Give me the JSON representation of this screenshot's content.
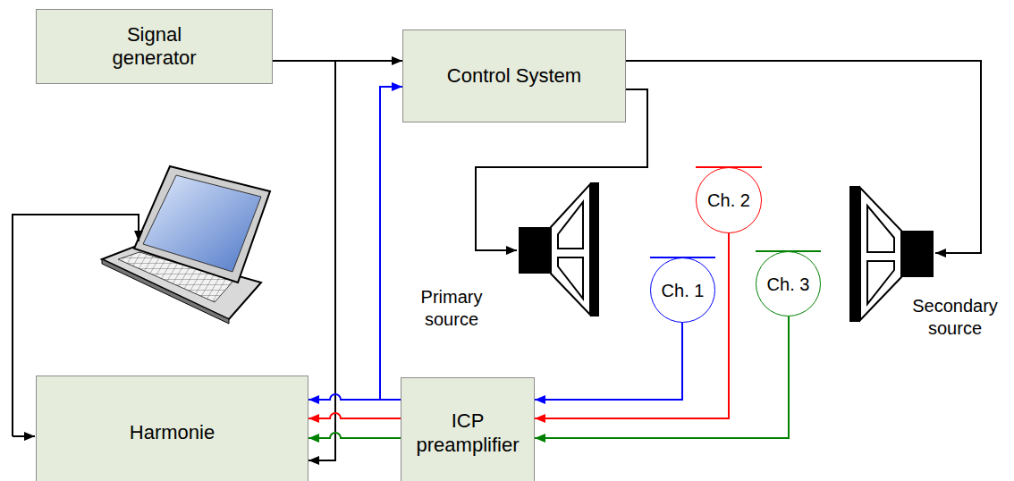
{
  "diagram": {
    "nodes": [
      {
        "text": [
          "Signal generator"
        ]
      },
      {
        "text": [
          "Control System"
        ]
      },
      {
        "text": [
          "Ch. 1"
        ]
      },
      {
        "text": [
          "Ch. 2"
        ]
      },
      {
        "text": [
          "Ch. 3"
        ]
      },
      {
        "text": [
          "Harmonie"
        ]
      },
      {
        "text": [
          "ICP preamplifier"
        ]
      }
    ],
    "edges": [
      {
        "from": 0,
        "to": 1,
        "arrow": "to"
      },
      {
        "from": 0,
        "to": 5,
        "arrow": "to"
      },
      {
        "from": 2,
        "to": 6,
        "arrow": "to"
      },
      {
        "from": 3,
        "to": 6,
        "arrow": "to"
      },
      {
        "from": 4,
        "to": 6,
        "arrow": "to"
      },
      {
        "from": 6,
        "to": 5,
        "arrow": "to"
      },
      {
        "from": 6,
        "to": 5,
        "arrow": "to"
      },
      {
        "from": 6,
        "to": 5,
        "arrow": "to"
      },
      {
        "from": 6,
        "to": 1,
        "arrow": "to"
      }
    ],
    "labels": [
      "Primary source",
      "Secondary source"
    ]
  }
}
